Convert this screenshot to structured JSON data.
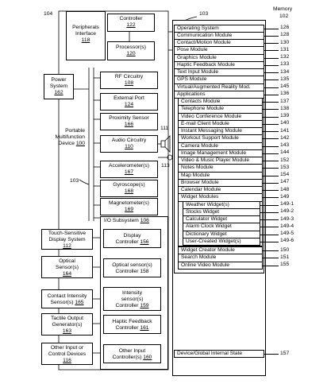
{
  "device": {
    "ref": "104",
    "label_lines": [
      "Portable",
      "Multifunction"
    ],
    "label_last": "Device",
    "label_num": "100"
  },
  "top_ref": "103",
  "side_ref": "103",
  "speaker_refs": [
    "111",
    "113"
  ],
  "peripherals": {
    "lines": [
      "Peripherals",
      "Interface"
    ],
    "num": "118"
  },
  "controller": {
    "label": "Controller",
    "num": "122"
  },
  "processors": {
    "label": "Processor(s)",
    "num": "120"
  },
  "power": {
    "lines": [
      "Power",
      "System"
    ],
    "num": "162"
  },
  "components": [
    {
      "label": "RF Circuitry",
      "num": "108"
    },
    {
      "label": "External Port",
      "num": "124"
    },
    {
      "label": "Proximity Sensor",
      "num": "166"
    },
    {
      "label": "Audio Circuitry",
      "num": "110"
    },
    {
      "label": "Accelerometer(s)",
      "num": "167"
    },
    {
      "label": "Gyroscope(s)",
      "num": "168"
    },
    {
      "label": "Magnetometer(s)",
      "num": "169"
    }
  ],
  "io": {
    "label": "I/O Subsystem",
    "num": "106"
  },
  "io_controllers": [
    {
      "lines": [
        "Display",
        "Controller"
      ],
      "num": "156"
    },
    {
      "lines": [
        "Optical sensor(s)",
        "Controller"
      ],
      "num": "158"
    },
    {
      "lines": [
        "Intensity",
        "sensor(s)",
        "Controller"
      ],
      "num": "159"
    },
    {
      "lines": [
        "Haptic Feedback",
        "Controller"
      ],
      "num": "161"
    },
    {
      "lines": [
        "Other Input",
        "Controller(s)"
      ],
      "num": "160"
    }
  ],
  "io_devices": [
    {
      "lines": [
        "Touch-Sensitive",
        "Display System"
      ],
      "num": "112"
    },
    {
      "lines": [
        "Optical",
        "Sensor(s)"
      ],
      "num": "164"
    },
    {
      "lines": [
        "Contact Intensity",
        "Sensor(s)"
      ],
      "num": "165"
    },
    {
      "lines": [
        "Tactile Output",
        "Generator(s)"
      ],
      "num": "163"
    },
    {
      "lines": [
        "Other Input or",
        "Control Devices"
      ],
      "num": "116"
    }
  ],
  "memory": {
    "title": "Memory",
    "ref": "102",
    "modules": [
      {
        "label": "Operating System",
        "ref": "126"
      },
      {
        "label": "Communication Module",
        "ref": "128"
      },
      {
        "label": "Contact/Motion Module",
        "ref": "130"
      },
      {
        "label": "Pose Module",
        "ref": "131"
      },
      {
        "label": "Graphics Module",
        "ref": "132"
      },
      {
        "label": "Haptic Feedback Module",
        "ref": "133"
      },
      {
        "label": "Text Input Module",
        "ref": "134"
      },
      {
        "label": "GPS Module",
        "ref": "135"
      },
      {
        "label": "Virtual/Augmented Reality Mod.",
        "ref": "145"
      }
    ],
    "applications": {
      "label": "Applications",
      "ref": "136",
      "items": [
        {
          "label": "Contacts Module",
          "ref": "137"
        },
        {
          "label": "Telephone Module",
          "ref": "138"
        },
        {
          "label": "Video Conference Module",
          "ref": "139"
        },
        {
          "label": "E-mail Client Module",
          "ref": "140"
        },
        {
          "label": "Instant Messaging Module",
          "ref": "141"
        },
        {
          "label": "Workout Support Module",
          "ref": "142"
        },
        {
          "label": "Camera Module",
          "ref": "143"
        },
        {
          "label": "Image Management Module",
          "ref": "144"
        },
        {
          "label": "Video & Music Player Module",
          "ref": "152"
        },
        {
          "label": "Notes Module",
          "ref": "153"
        },
        {
          "label": "Map Module",
          "ref": "154"
        },
        {
          "label": "Browser Module",
          "ref": "147"
        },
        {
          "label": "Calendar Module",
          "ref": "148"
        }
      ],
      "widgets": {
        "label": "Widget Modules",
        "ref": "149",
        "items": [
          {
            "label": "Weather Widget(s)",
            "ref": "149-1"
          },
          {
            "label": "Stocks Widget",
            "ref": "149-2"
          },
          {
            "label": "Calculator Widget",
            "ref": "149-3"
          },
          {
            "label": "Alarm Clock Widget",
            "ref": "149-4"
          },
          {
            "label": "Dictionary Widget",
            "ref": "149-5"
          },
          {
            "label": "User-Created Widget(s)",
            "ref": "149-6"
          }
        ]
      },
      "after": [
        {
          "label": "Widget Creator Module",
          "ref": "150"
        },
        {
          "label": "Search Module",
          "ref": "151"
        },
        {
          "label": "Online Video Module",
          "ref": "155"
        }
      ]
    },
    "state": {
      "label": "Device/Global Internal State",
      "ref": "157"
    }
  }
}
